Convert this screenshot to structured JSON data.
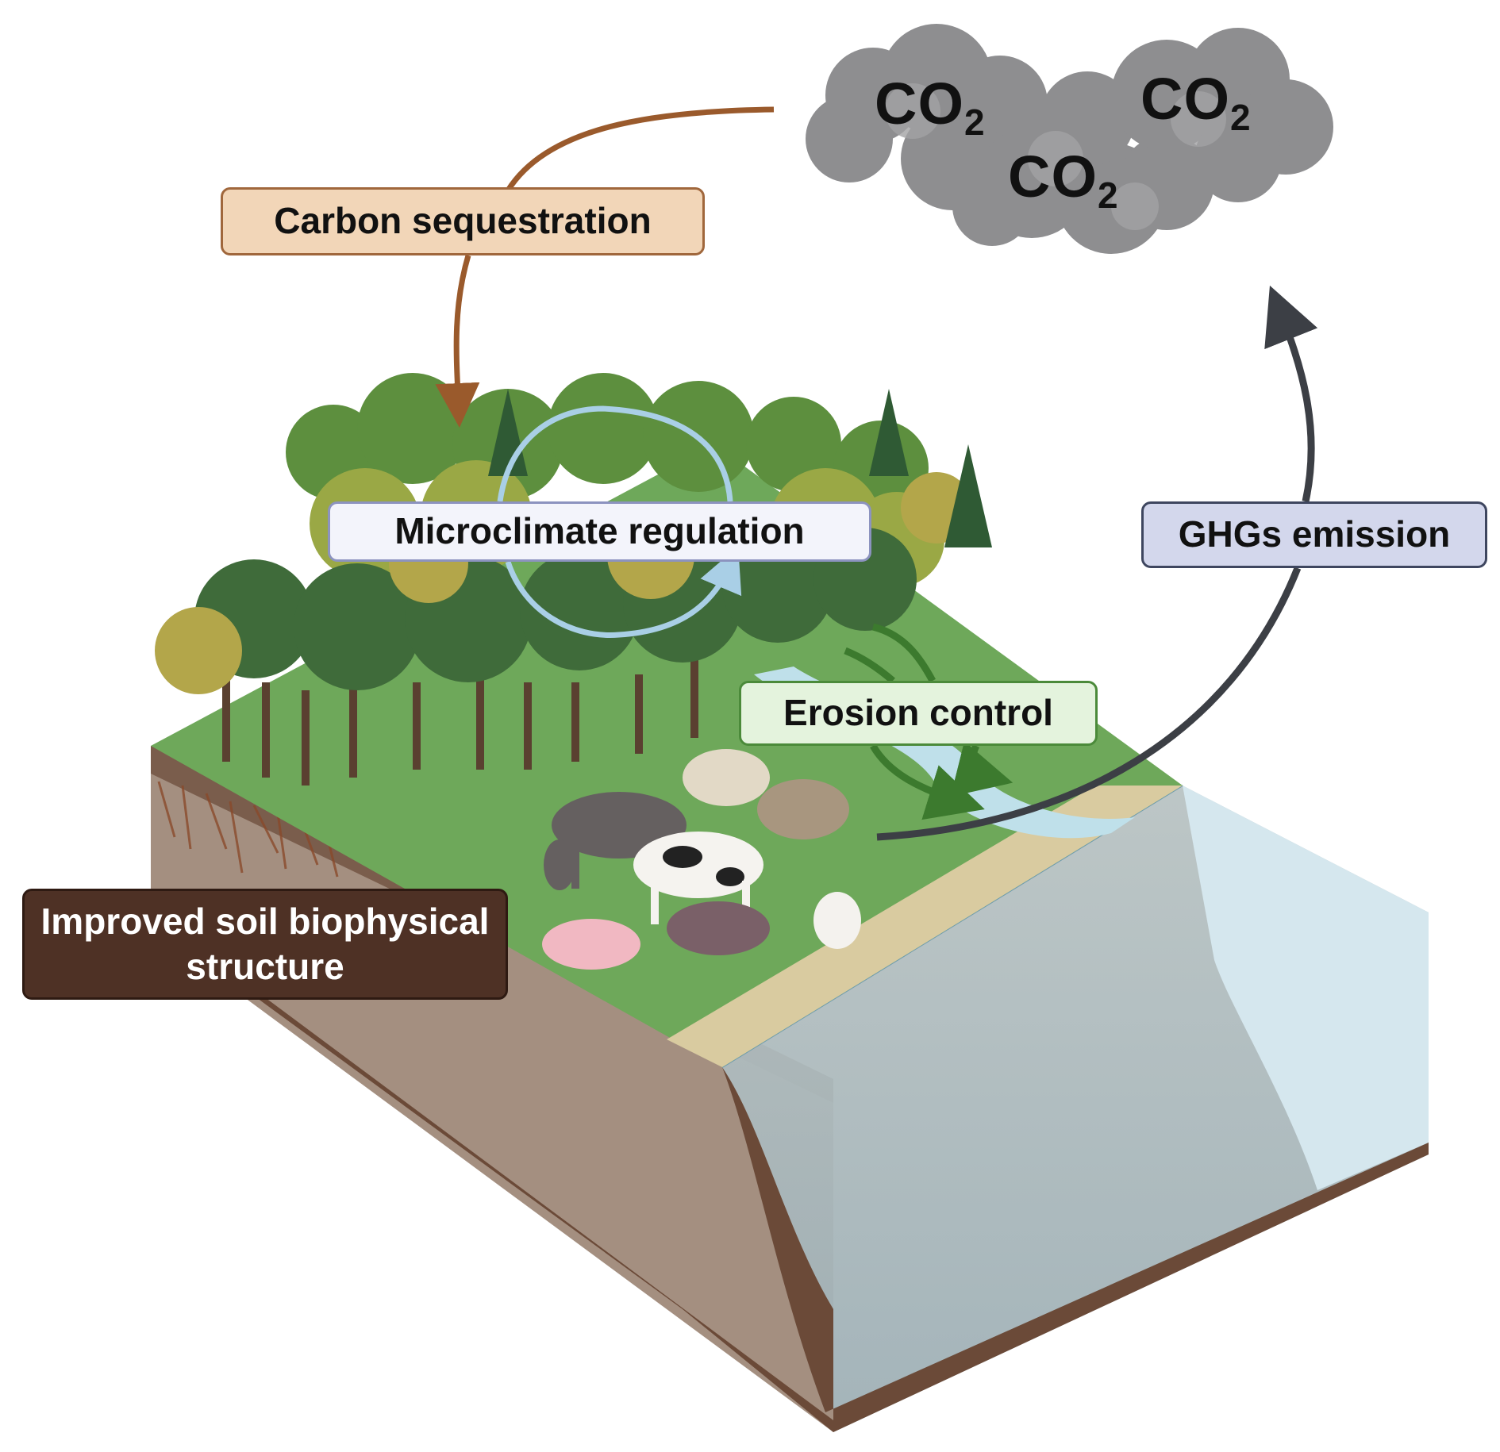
{
  "labels": {
    "carbon_sequestration": "Carbon sequestration",
    "microclimate_regulation": "Microclimate regulation",
    "ghgs_emission": "GHGs emission",
    "erosion_control": "Erosion control",
    "improved_soil": "Improved soil biophysical structure"
  },
  "co2": {
    "base": "CO",
    "subscript": "2"
  },
  "colors": {
    "carbon_arrow": "#9a5a2c",
    "ghg_arrow": "#3c3f45",
    "micro_cycle": "#a9cfe6",
    "erosion_arrow": "#3c7a2e",
    "grass": "#6ea85a",
    "soil": "#a08a7a",
    "water": "#a9b4b6"
  }
}
